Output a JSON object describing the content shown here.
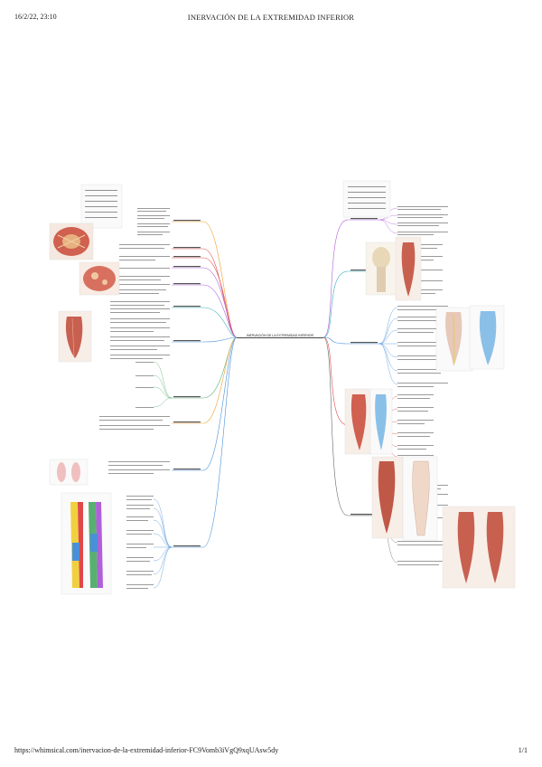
{
  "header": {
    "date": "16/2/22, 23:10",
    "title": "INERVACIÓN DE LA EXTREMIDAD INFERIOR"
  },
  "footer": {
    "url": "https://whimsical.com/inervacion-de-la-extremidad-inferior-FC9Vomb3iVgQ9xqUAsw5dy",
    "page": "1/1"
  },
  "mindmap": {
    "center": "INERVACIÓN DE LA EXTREMIDAD INFERIOR",
    "colors": {
      "orange": "#f0a030",
      "red": "#e04848",
      "purple": "#b060d8",
      "blue": "#4a90d9",
      "teal": "#3ab0b8",
      "green": "#58b070",
      "gray": "#666666"
    }
  }
}
